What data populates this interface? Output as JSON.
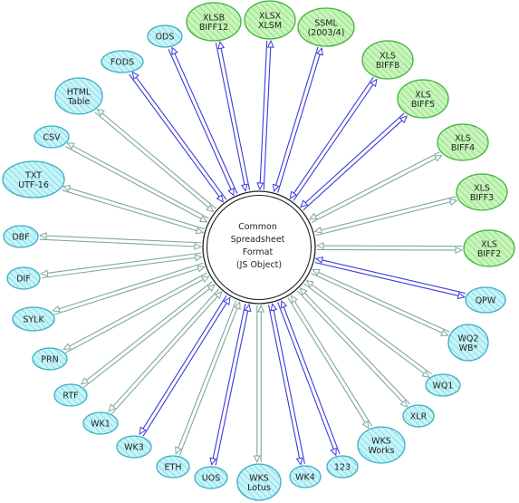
{
  "center": {
    "lines": [
      "Common",
      "Spreadsheet",
      "Format",
      "(JS Object)"
    ]
  },
  "colors": {
    "write_node_fill": "#b7f1a8",
    "write_node_stroke": "#3fb23a",
    "read_node_fill": "#b8f0f5",
    "read_node_stroke": "#3aaec2",
    "read_arrow": "#7fa89a",
    "bidirectional_arrow": "#3a3ad8"
  },
  "nodes": [
    {
      "id": "xlsb",
      "lines": [
        "XLSB",
        "BIFF12"
      ],
      "kind": "write",
      "arrow": "bi"
    },
    {
      "id": "xlsx",
      "lines": [
        "XLSX",
        "XLSM"
      ],
      "kind": "write",
      "arrow": "bi"
    },
    {
      "id": "ssml",
      "lines": [
        "SSML",
        "(2003/4)"
      ],
      "kind": "write",
      "arrow": "bi"
    },
    {
      "id": "biff8",
      "lines": [
        "XLS",
        "BIFF8"
      ],
      "kind": "write",
      "arrow": "bi"
    },
    {
      "id": "biff5",
      "lines": [
        "XLS",
        "BIFF5"
      ],
      "kind": "write",
      "arrow": "bi"
    },
    {
      "id": "biff4",
      "lines": [
        "XLS",
        "BIFF4"
      ],
      "kind": "write",
      "arrow": "read"
    },
    {
      "id": "biff3",
      "lines": [
        "XLS",
        "BIFF3"
      ],
      "kind": "write",
      "arrow": "read"
    },
    {
      "id": "biff2",
      "lines": [
        "XLS",
        "BIFF2"
      ],
      "kind": "write",
      "arrow": "read"
    },
    {
      "id": "qpw",
      "lines": [
        "QPW"
      ],
      "kind": "read",
      "arrow": "bi"
    },
    {
      "id": "wq2",
      "lines": [
        "WQ2",
        "WB*"
      ],
      "kind": "read",
      "arrow": "read"
    },
    {
      "id": "wq1",
      "lines": [
        "WQ1"
      ],
      "kind": "read",
      "arrow": "read"
    },
    {
      "id": "xlr",
      "lines": [
        "XLR"
      ],
      "kind": "read",
      "arrow": "read"
    },
    {
      "id": "wksw",
      "lines": [
        "WKS",
        "Works"
      ],
      "kind": "read",
      "arrow": "read"
    },
    {
      "id": "123",
      "lines": [
        "123"
      ],
      "kind": "read",
      "arrow": "bi"
    },
    {
      "id": "wk4",
      "lines": [
        "WK4"
      ],
      "kind": "read",
      "arrow": "bi"
    },
    {
      "id": "wksl",
      "lines": [
        "WKS",
        "Lotus"
      ],
      "kind": "read",
      "arrow": "read"
    },
    {
      "id": "uos",
      "lines": [
        "UOS"
      ],
      "kind": "read",
      "arrow": "bi"
    },
    {
      "id": "eth",
      "lines": [
        "ETH"
      ],
      "kind": "read",
      "arrow": "read"
    },
    {
      "id": "wk3",
      "lines": [
        "WK3"
      ],
      "kind": "read",
      "arrow": "bi"
    },
    {
      "id": "wk1",
      "lines": [
        "WK1"
      ],
      "kind": "read",
      "arrow": "read"
    },
    {
      "id": "rtf",
      "lines": [
        "RTF"
      ],
      "kind": "read",
      "arrow": "read"
    },
    {
      "id": "prn",
      "lines": [
        "PRN"
      ],
      "kind": "read",
      "arrow": "read"
    },
    {
      "id": "sylk",
      "lines": [
        "SYLK"
      ],
      "kind": "read",
      "arrow": "read"
    },
    {
      "id": "dif",
      "lines": [
        "DIF"
      ],
      "kind": "read",
      "arrow": "read"
    },
    {
      "id": "dbf",
      "lines": [
        "DBF"
      ],
      "kind": "read",
      "arrow": "read"
    },
    {
      "id": "txt",
      "lines": [
        "TXT",
        "UTF-16"
      ],
      "kind": "read",
      "arrow": "read"
    },
    {
      "id": "csv",
      "lines": [
        "CSV"
      ],
      "kind": "read",
      "arrow": "read"
    },
    {
      "id": "html",
      "lines": [
        "HTML",
        "Table"
      ],
      "kind": "read",
      "arrow": "read"
    },
    {
      "id": "fods",
      "lines": [
        "FODS"
      ],
      "kind": "read",
      "arrow": "bi"
    },
    {
      "id": "ods",
      "lines": [
        "ODS"
      ],
      "kind": "read",
      "arrow": "bi"
    }
  ]
}
